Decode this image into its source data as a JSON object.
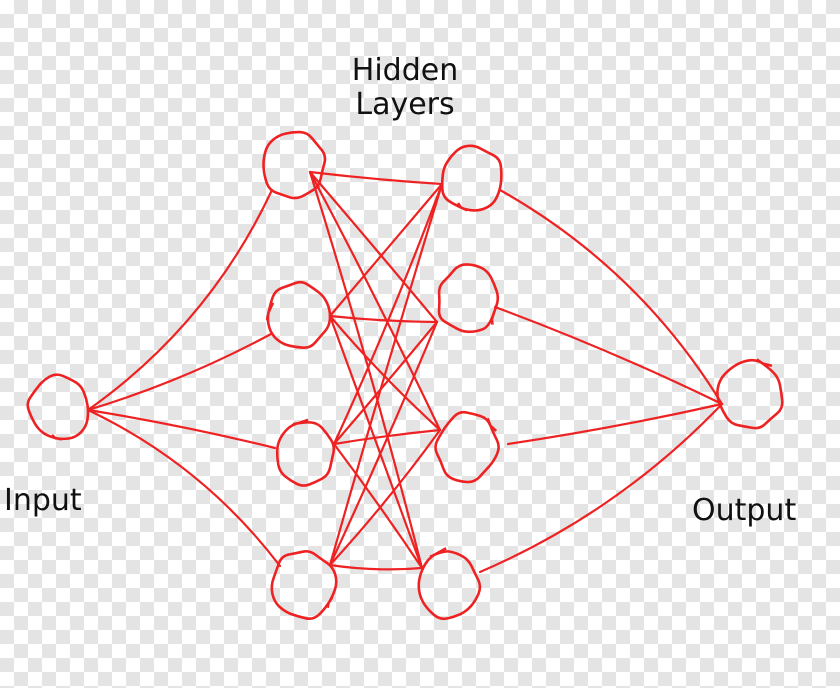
{
  "diagram": {
    "title_line1": "Hidden",
    "title_line2": "Layers",
    "input_label": "Input",
    "output_label": "Output",
    "stroke_color": "#ee2222",
    "text_color": "#111111",
    "background": "transparency-checkerboard"
  }
}
